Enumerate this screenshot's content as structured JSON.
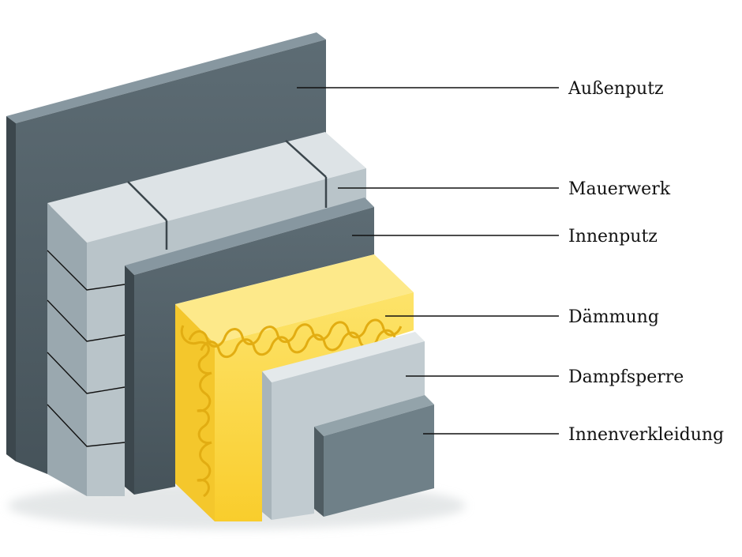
{
  "labels": {
    "aussenputz": "Außenputz",
    "mauerwerk": "Mauerwerk",
    "innenputz": "Innenputz",
    "daemmung": "Dämmung",
    "dampfsperre": "Dampfsperre",
    "innenverkleidung": "Innenverkleidung"
  },
  "colors": {
    "plaster_front": "#56656d",
    "plaster_top": "#7f9098",
    "plaster_side": "#3c474d",
    "brick_front": "#b9c4c9",
    "brick_top": "#dde3e6",
    "brick_side": "#98a6ad",
    "brick_joint": "#3b464c",
    "insulation_front": "#fcd84a",
    "insulation_top": "#fde98a",
    "insulation_side": "#f3c62a",
    "insulation_wave": "#e3ae10",
    "barrier_front": "#bfc9ce",
    "barrier_top": "#e4e9eb",
    "barrier_side": "#a8b4ba",
    "lining_front": "#6d7e86",
    "lining_top": "#93a3aa",
    "lining_side": "#4f5c62"
  }
}
